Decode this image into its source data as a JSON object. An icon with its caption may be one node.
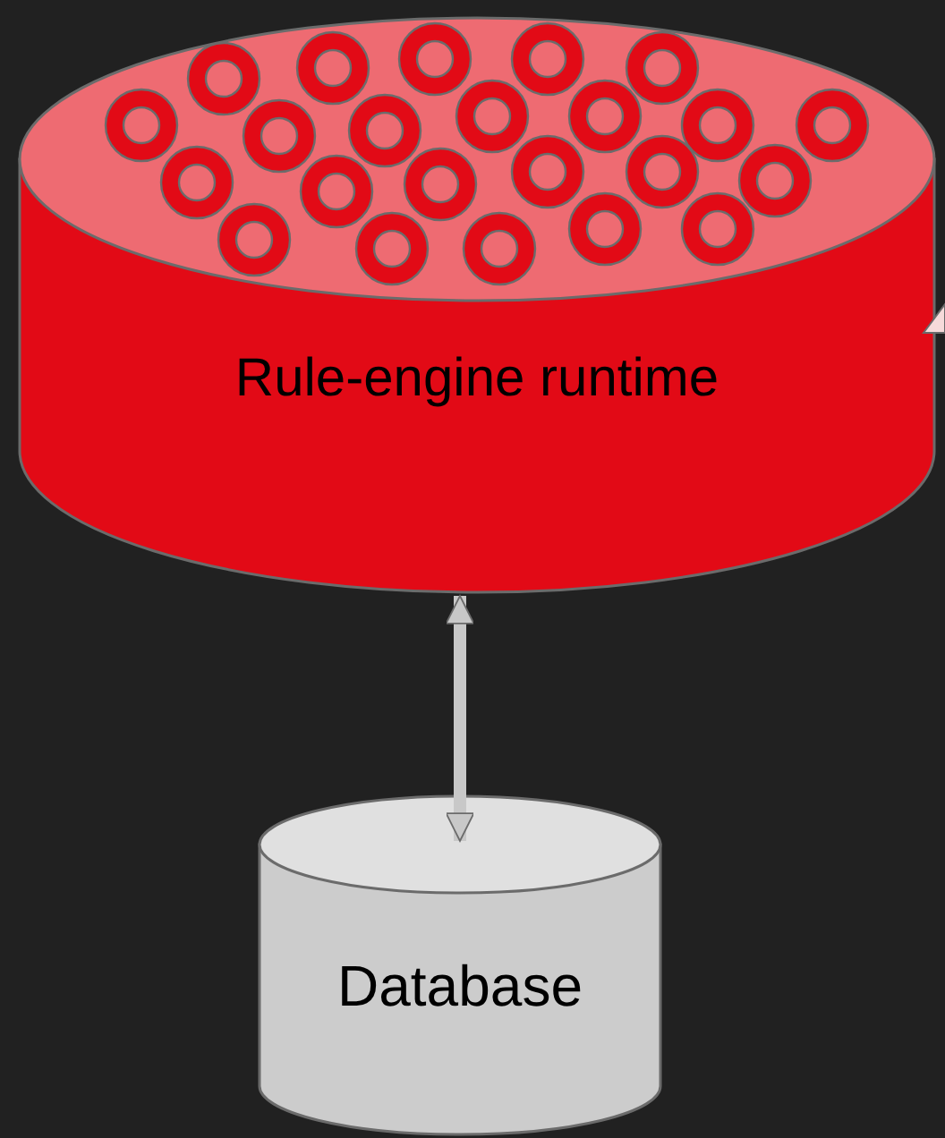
{
  "diagram": {
    "nodes": [
      {
        "text": [
          "Rule-engine runtime"
        ]
      },
      {
        "text": [
          "Database"
        ]
      }
    ],
    "edges": [
      {
        "from": 0,
        "to": 1,
        "arrow": "both"
      }
    ]
  }
}
